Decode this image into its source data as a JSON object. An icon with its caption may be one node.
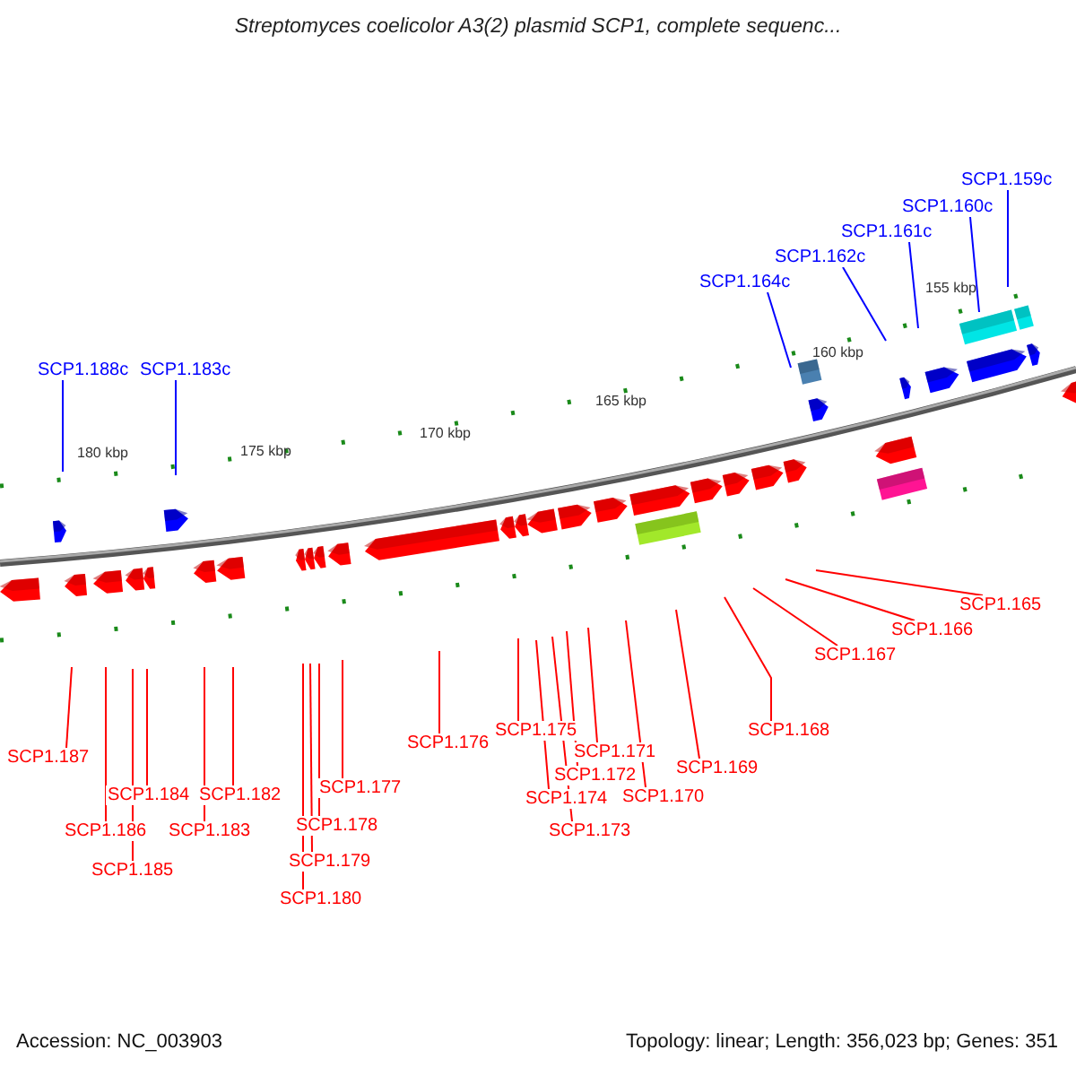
{
  "diagram": {
    "title": "Streptomyces coelicolor A3(2) plasmid SCP1, complete sequenc...",
    "nodes": [
      {
        "text": [
          "SCP1.159c"
        ]
      },
      {
        "text": [
          "SCP1.160c"
        ]
      },
      {
        "text": [
          "SCP1.161c"
        ]
      },
      {
        "text": [
          "SCP1.162c"
        ]
      },
      {
        "text": [
          "SCP1.164c"
        ]
      },
      {
        "text": [
          "SCP1.188c"
        ]
      },
      {
        "text": [
          "SCP1.183c"
        ]
      },
      {
        "text": [
          "SCP1.165"
        ]
      },
      {
        "text": [
          "SCP1.166"
        ]
      },
      {
        "text": [
          "SCP1.167"
        ]
      },
      {
        "text": [
          "SCP1.168"
        ]
      },
      {
        "text": [
          "SCP1.169"
        ]
      },
      {
        "text": [
          "SCP1.170"
        ]
      },
      {
        "text": [
          "SCP1.171"
        ]
      },
      {
        "text": [
          "SCP1.172"
        ]
      },
      {
        "text": [
          "SCP1.173"
        ]
      },
      {
        "text": [
          "SCP1.174"
        ]
      },
      {
        "text": [
          "SCP1.175"
        ]
      },
      {
        "text": [
          "SCP1.176"
        ]
      },
      {
        "text": [
          "SCP1.177"
        ]
      },
      {
        "text": [
          "SCP1.178"
        ]
      },
      {
        "text": [
          "SCP1.179"
        ]
      },
      {
        "text": [
          "SCP1.180"
        ]
      },
      {
        "text": [
          "SCP1.182"
        ]
      },
      {
        "text": [
          "SCP1.183"
        ]
      },
      {
        "text": [
          "SCP1.184"
        ]
      },
      {
        "text": [
          "SCP1.185"
        ]
      },
      {
        "text": [
          "SCP1.186"
        ]
      },
      {
        "text": [
          "SCP1.187"
        ]
      }
    ],
    "edges": [
      {
        "from": 0,
        "to": null,
        "arrow": "none",
        "color": "#0000ff"
      },
      {
        "from": 1,
        "to": null,
        "arrow": "none",
        "color": "#0000ff"
      },
      {
        "from": 2,
        "to": null,
        "arrow": "none",
        "color": "#0000ff"
      },
      {
        "from": 3,
        "to": null,
        "arrow": "none",
        "color": "#0000ff"
      },
      {
        "from": 4,
        "to": null,
        "arrow": "none",
        "color": "#0000ff"
      },
      {
        "from": 5,
        "to": null,
        "arrow": "none",
        "color": "#0000ff"
      },
      {
        "from": 6,
        "to": null,
        "arrow": "none",
        "color": "#0000ff"
      },
      {
        "from": 7,
        "to": null,
        "arrow": "none"
      },
      {
        "from": 8,
        "to": null,
        "arrow": "none"
      },
      {
        "from": 9,
        "to": null,
        "arrow": "none"
      },
      {
        "from": 10,
        "to": null,
        "arrow": "none"
      },
      {
        "from": 11,
        "to": null,
        "arrow": "none"
      },
      {
        "from": 12,
        "to": null,
        "arrow": "none"
      },
      {
        "from": 13,
        "to": null,
        "arrow": "none"
      },
      {
        "from": 14,
        "to": null,
        "arrow": "none"
      },
      {
        "from": 15,
        "to": null,
        "arrow": "none"
      },
      {
        "from": 16,
        "to": null,
        "arrow": "none"
      },
      {
        "from": 17,
        "to": null,
        "arrow": "none"
      },
      {
        "from": 18,
        "to": null,
        "arrow": "none"
      },
      {
        "from": 19,
        "to": null,
        "arrow": "none"
      },
      {
        "from": 20,
        "to": null,
        "arrow": "none"
      },
      {
        "from": 21,
        "to": null,
        "arrow": "none"
      },
      {
        "from": 22,
        "to": null,
        "arrow": "none"
      },
      {
        "from": 23,
        "to": null,
        "arrow": "none"
      },
      {
        "from": 24,
        "to": null,
        "arrow": "none"
      },
      {
        "from": 25,
        "to": null,
        "arrow": "none"
      },
      {
        "from": 26,
        "to": null,
        "arrow": "none"
      },
      {
        "from": 27,
        "to": null,
        "arrow": "none"
      },
      {
        "from": 28,
        "to": null,
        "arrow": "none"
      }
    ],
    "labels": [
      "155 kbp",
      "160 kbp",
      "165 kbp",
      "170 kbp",
      "175 kbp",
      "180 kbp",
      "Accession: NC_003903",
      "Topology: linear; Length: 356,023 bp; Genes: 351"
    ]
  }
}
